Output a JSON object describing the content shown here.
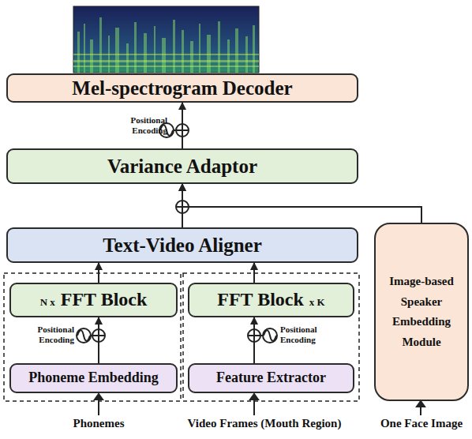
{
  "diagram": {
    "nodes": [
      {
        "text": [
          "Mel-spectrogram Decoder"
        ]
      },
      {
        "text": [
          "Variance Adaptor"
        ]
      },
      {
        "text": [
          "Text-Video Aligner"
        ]
      },
      {
        "text": [
          "N x",
          "FFT Block"
        ]
      },
      {
        "text": [
          "FFT Block",
          "x K"
        ]
      },
      {
        "text": [
          "Image-based Speaker Embedding Module"
        ]
      },
      {
        "text": [
          "Phoneme Embedding"
        ]
      },
      {
        "text": [
          "Feature Extractor"
        ]
      }
    ],
    "edges": [
      {
        "from": 6,
        "to": 3,
        "arrow": "to"
      },
      {
        "from": 7,
        "to": 4,
        "arrow": "to"
      },
      {
        "from": 3,
        "to": 2,
        "arrow": "to"
      },
      {
        "from": 4,
        "to": 2,
        "arrow": "to"
      },
      {
        "from": 2,
        "to": 1,
        "arrow": "to"
      },
      {
        "from": 5,
        "to": 1,
        "arrow": "to"
      },
      {
        "from": 1,
        "to": 0,
        "arrow": "to"
      }
    ],
    "labels": [
      "Positional Encoding",
      "Positional Encoding",
      "Positional Encoding",
      "Phonemes",
      "Video Frames (Mouth Region)",
      "One Face Image"
    ]
  }
}
